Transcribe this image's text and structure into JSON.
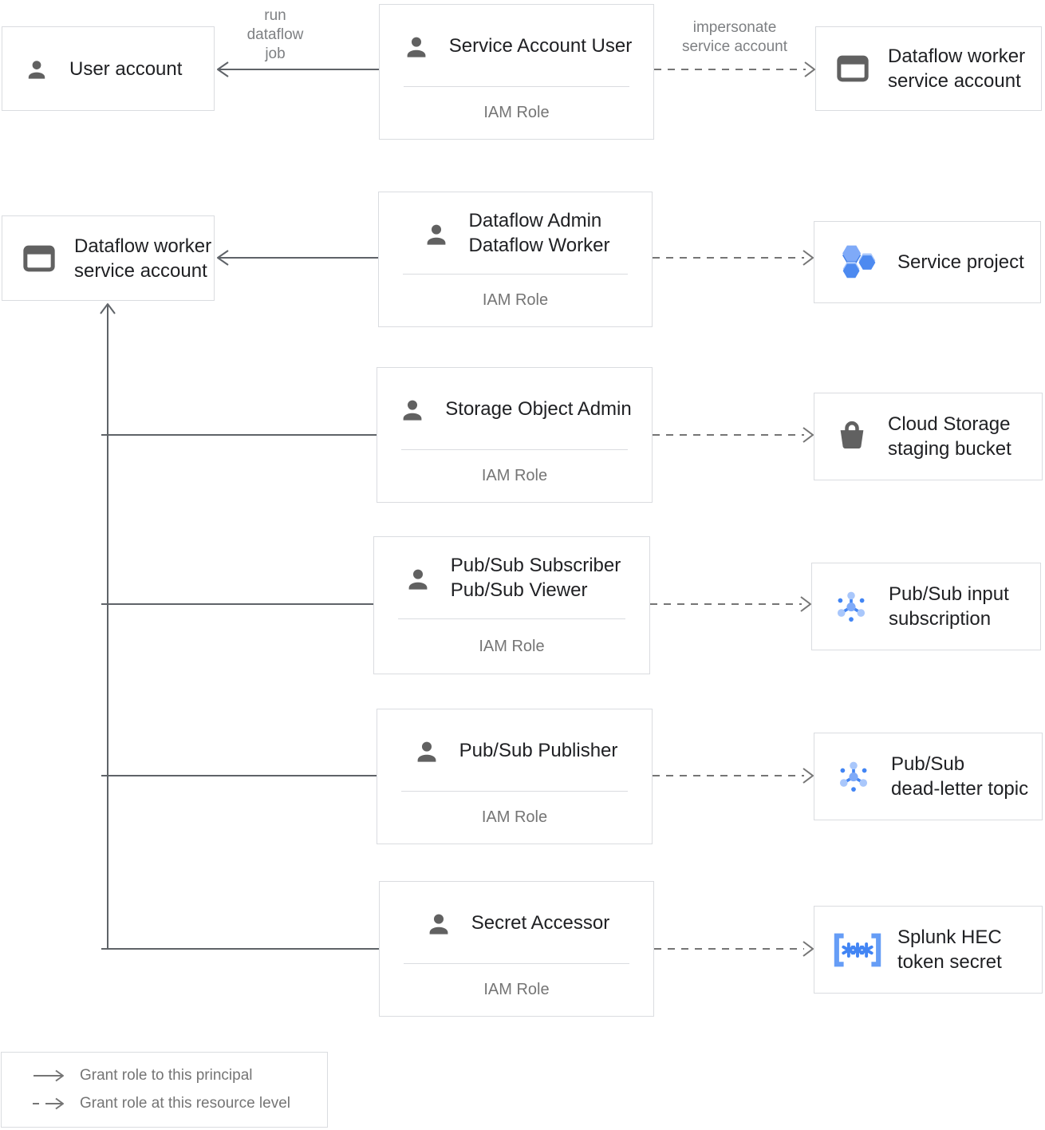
{
  "roles": [
    {
      "lines": [
        "Service Account User"
      ],
      "footer": "IAM Role",
      "icon": "person-icon"
    },
    {
      "lines": [
        "Dataflow Admin",
        "Dataflow Worker"
      ],
      "footer": "IAM Role",
      "icon": "person-icon"
    },
    {
      "lines": [
        "Storage Object Admin"
      ],
      "footer": "IAM Role",
      "icon": "person-icon"
    },
    {
      "lines": [
        "Pub/Sub Subscriber",
        "Pub/Sub Viewer"
      ],
      "footer": "IAM Role",
      "icon": "person-icon"
    },
    {
      "lines": [
        "Pub/Sub Publisher"
      ],
      "footer": "IAM Role",
      "icon": "person-icon"
    },
    {
      "lines": [
        "Secret Accessor"
      ],
      "footer": "IAM Role",
      "icon": "person-icon"
    }
  ],
  "principals": {
    "user_account": {
      "lines": [
        "User account"
      ],
      "icon": "person-icon"
    },
    "dataflow_worker_sa_top": {
      "lines": [
        "Dataflow worker",
        "service account"
      ],
      "icon": "service-account-card-icon"
    },
    "dataflow_worker_sa_left": {
      "lines": [
        "Dataflow worker",
        "service account"
      ],
      "icon": "service-account-card-icon"
    }
  },
  "resources": [
    {
      "lines": [
        "Service project"
      ],
      "icon": "project-hexagons-icon"
    },
    {
      "lines": [
        "Cloud Storage",
        "staging bucket"
      ],
      "icon": "storage-bucket-icon"
    },
    {
      "lines": [
        "Pub/Sub input",
        "subscription"
      ],
      "icon": "pubsub-icon"
    },
    {
      "lines": [
        "Pub/Sub",
        "dead-letter topic"
      ],
      "icon": "pubsub-icon"
    },
    {
      "lines": [
        "Splunk HEC",
        "token secret"
      ],
      "icon": "secret-icon"
    }
  ],
  "edge_labels": {
    "run_dataflow_job": [
      "run",
      "dataflow",
      "job"
    ],
    "impersonate": [
      "impersonate",
      "service account"
    ]
  },
  "legend": {
    "items": [
      {
        "style": "solid",
        "label": "Grant role to this principal"
      },
      {
        "style": "dashed",
        "label": "Grant role at this resource level"
      }
    ]
  },
  "colors": {
    "box_border": "#dadce0",
    "solid_line": "#5f6368",
    "dashed_line": "#757575",
    "text_primary": "#202124",
    "text_muted": "#757575",
    "icon_gray": "#616161",
    "blue": "#4285f4",
    "blue_mid": "#669df6",
    "blue_light": "#a9c7fb"
  }
}
